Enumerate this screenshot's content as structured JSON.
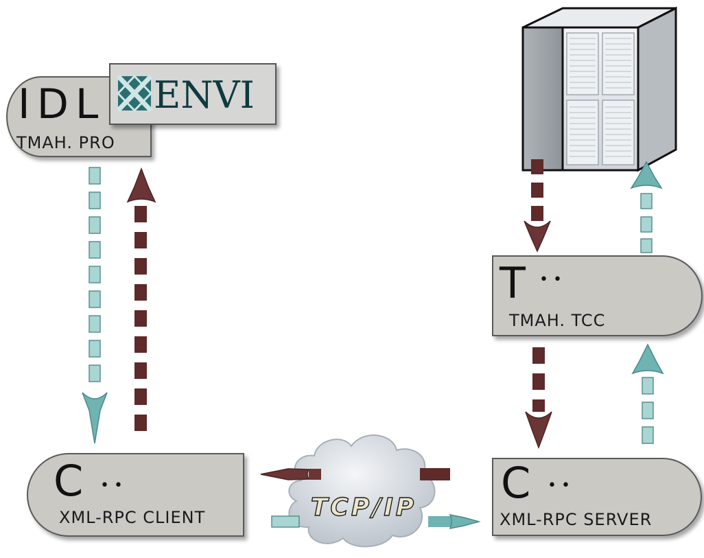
{
  "nodes": {
    "idl": {
      "letters": "IDL",
      "subtitle": "TMAH. PRO"
    },
    "envi": {
      "label": "ENVI"
    },
    "tcc": {
      "letter": "T",
      "plus": "• •",
      "subtitle": "TMAH. TCC"
    },
    "client": {
      "letter": "C",
      "plus": "• •",
      "subtitle": "XML-RPC CLIENT"
    },
    "server": {
      "letter": "C",
      "plus": "• •",
      "subtitle": "XML-RPC SERVER"
    }
  },
  "network": {
    "label": "TCP/IP"
  },
  "colors": {
    "node_fill": "#cbc9c4",
    "node_stroke": "#5a5a5a",
    "arrow_down_dark": "#5e2a2a",
    "arrow_up_light": "#a9d5d3",
    "arrow_light_head": "#6fb3b3",
    "envi_logo": "#1f5f63",
    "cloud": "#d8dde3",
    "tcp_text": "#e8e2c8"
  },
  "icons": {
    "server_machine": "server-cabinet-icon",
    "network_cloud": "cloud-icon",
    "envi_logo": "envi-logo-icon"
  }
}
